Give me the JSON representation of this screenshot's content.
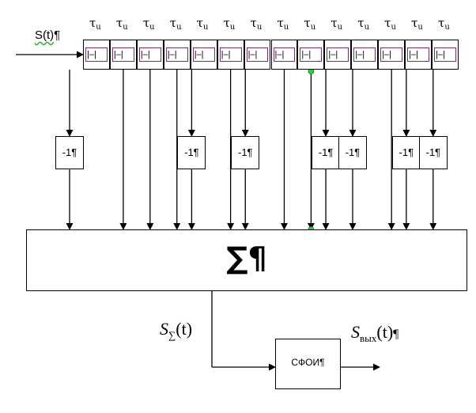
{
  "input_label": {
    "text": "S(t)",
    "mark": "¶"
  },
  "tau": {
    "symbol": "τ",
    "subscript": "u"
  },
  "cell_text": "|–|",
  "delay_cells": 14,
  "inverter_label": "-1¶",
  "inverter_cells": [
    0,
    4,
    6,
    9,
    10,
    12,
    13
  ],
  "marker_cell": 8,
  "marker_color": "#33cc33",
  "summer_label": "∑¶",
  "sum_output_label": {
    "base": "S",
    "sub": "∑",
    "arg": "(t)"
  },
  "filter_label": "СФОИ¶",
  "output_label": {
    "base": "S",
    "sub": "вых",
    "arg": "(t)",
    "mark": "¶"
  }
}
